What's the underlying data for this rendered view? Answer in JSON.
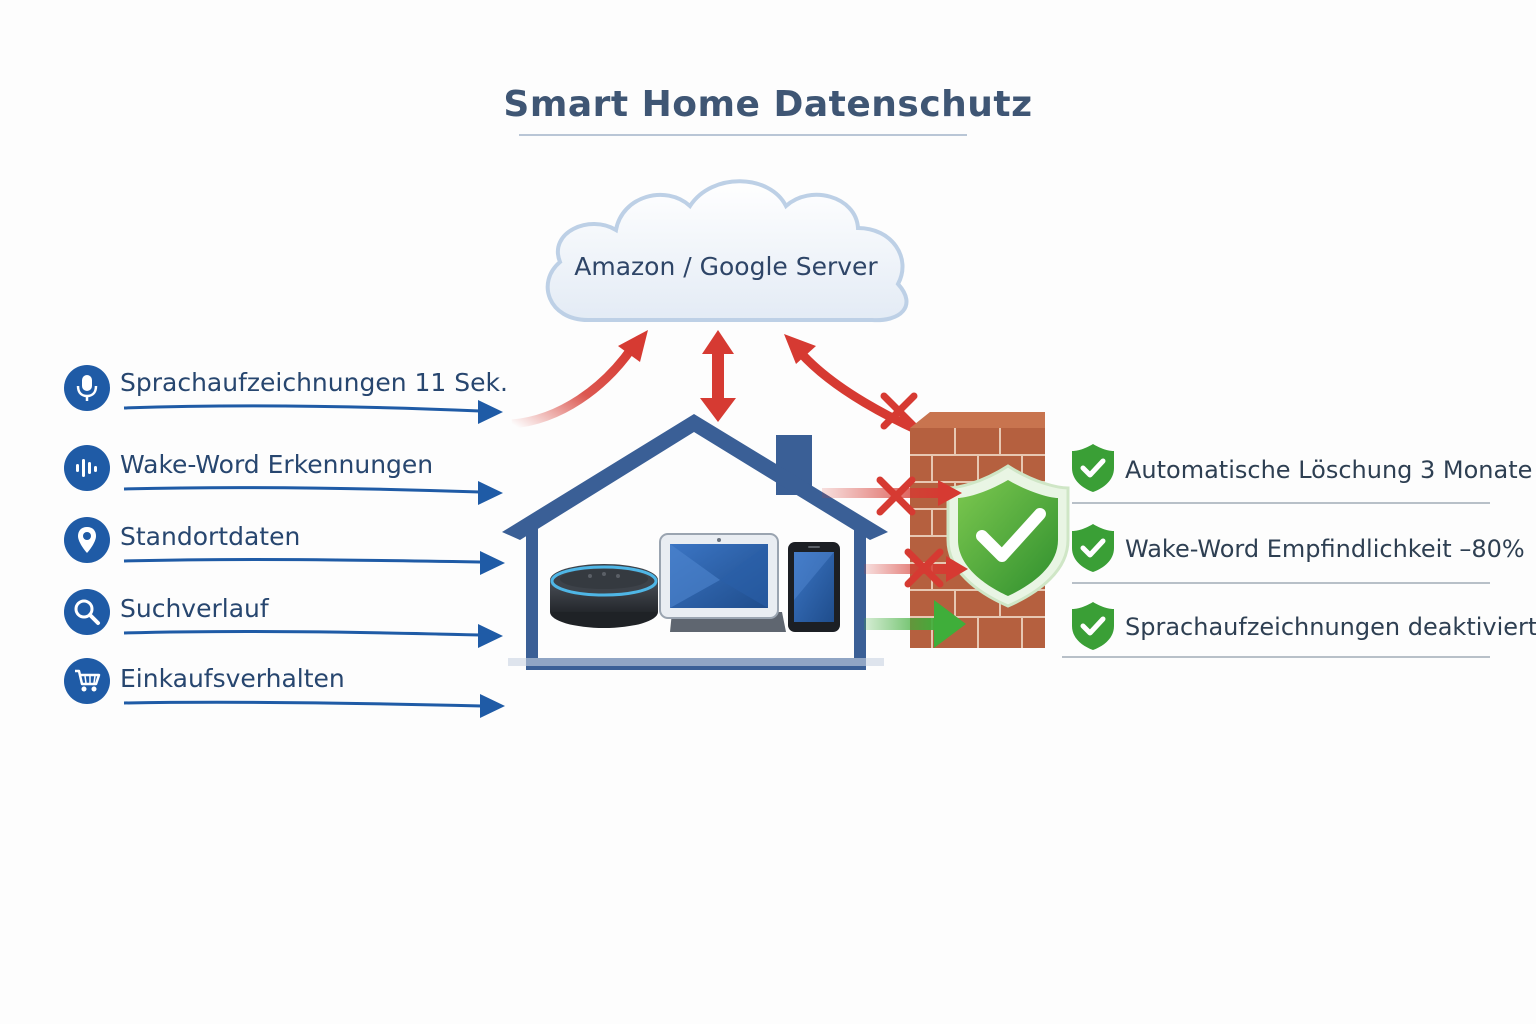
{
  "title": "Smart Home Datenschutz",
  "cloud": {
    "label": "Amazon / Google Server"
  },
  "data_items": [
    {
      "label": "Sprachaufzeichnungen 11 Sek.",
      "icon": "microphone-icon"
    },
    {
      "label": "Wake-Word Erkennungen",
      "icon": "soundwave-icon"
    },
    {
      "label": "Standortdaten",
      "icon": "location-pin-icon"
    },
    {
      "label": "Suchverlauf",
      "icon": "search-icon"
    },
    {
      "label": "Einkaufsverhalten",
      "icon": "shopping-cart-icon"
    }
  ],
  "protections": [
    {
      "label": "Automatische Löschung 3 Monate",
      "icon": "check-shield-icon"
    },
    {
      "label": "Wake-Word Empfindlichkeit –80%",
      "icon": "check-shield-icon"
    },
    {
      "label": "Sprachaufzeichnungen deaktiviert",
      "icon": "check-shield-icon"
    }
  ],
  "colors": {
    "primary_blue": "#1f5ba6",
    "house_blue": "#3a5f96",
    "red_arrow": "#d63a32",
    "green_arrow": "#3fae3a",
    "shield_green": "#3a9f36",
    "brick": "#b5603f"
  },
  "icons": {
    "house": "house-icon",
    "smart_speaker": "smart-speaker-icon",
    "smart_display": "smart-display-icon",
    "smartphone": "smartphone-icon",
    "firewall": "brick-wall-icon",
    "shield": "shield-check-icon",
    "blocked": "x-mark-icon"
  }
}
